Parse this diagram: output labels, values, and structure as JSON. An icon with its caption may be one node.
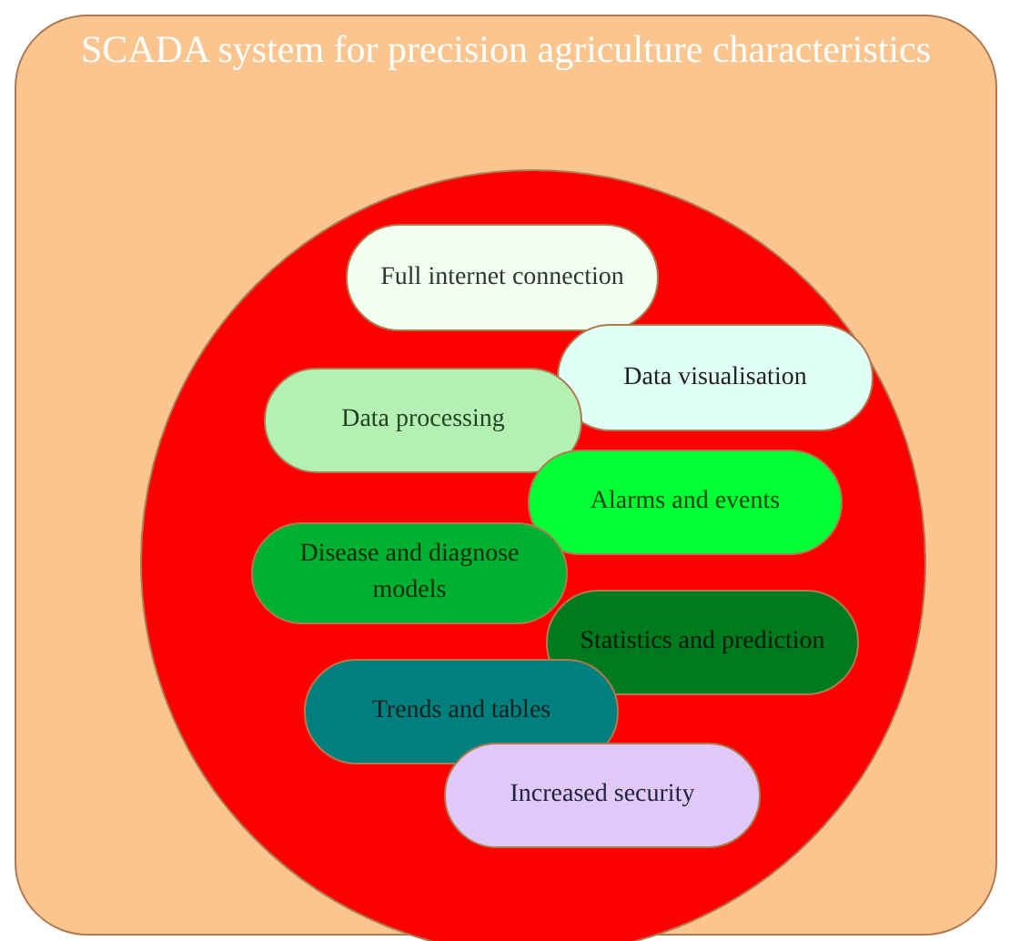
{
  "diagram": {
    "nodes": [
      {
        "text": [
          "SCADA system for precision agriculture characteristics"
        ]
      },
      {
        "text": [],
        "shape": "circle",
        "in": 0
      },
      {
        "text": [
          "Full internet connection"
        ],
        "in": 1
      },
      {
        "text": [
          "Data visualisation"
        ],
        "in": 1
      },
      {
        "text": [
          "Data processing"
        ],
        "in": 1
      },
      {
        "text": [
          "Alarms and events"
        ],
        "in": 1
      },
      {
        "text": [
          "Disease and diagnose models"
        ],
        "in": 1
      },
      {
        "text": [
          "Statistics and prediction"
        ],
        "in": 1
      },
      {
        "text": [
          "Trends and tables"
        ],
        "in": 1
      },
      {
        "text": [
          "Increased security"
        ],
        "in": 1
      }
    ]
  }
}
